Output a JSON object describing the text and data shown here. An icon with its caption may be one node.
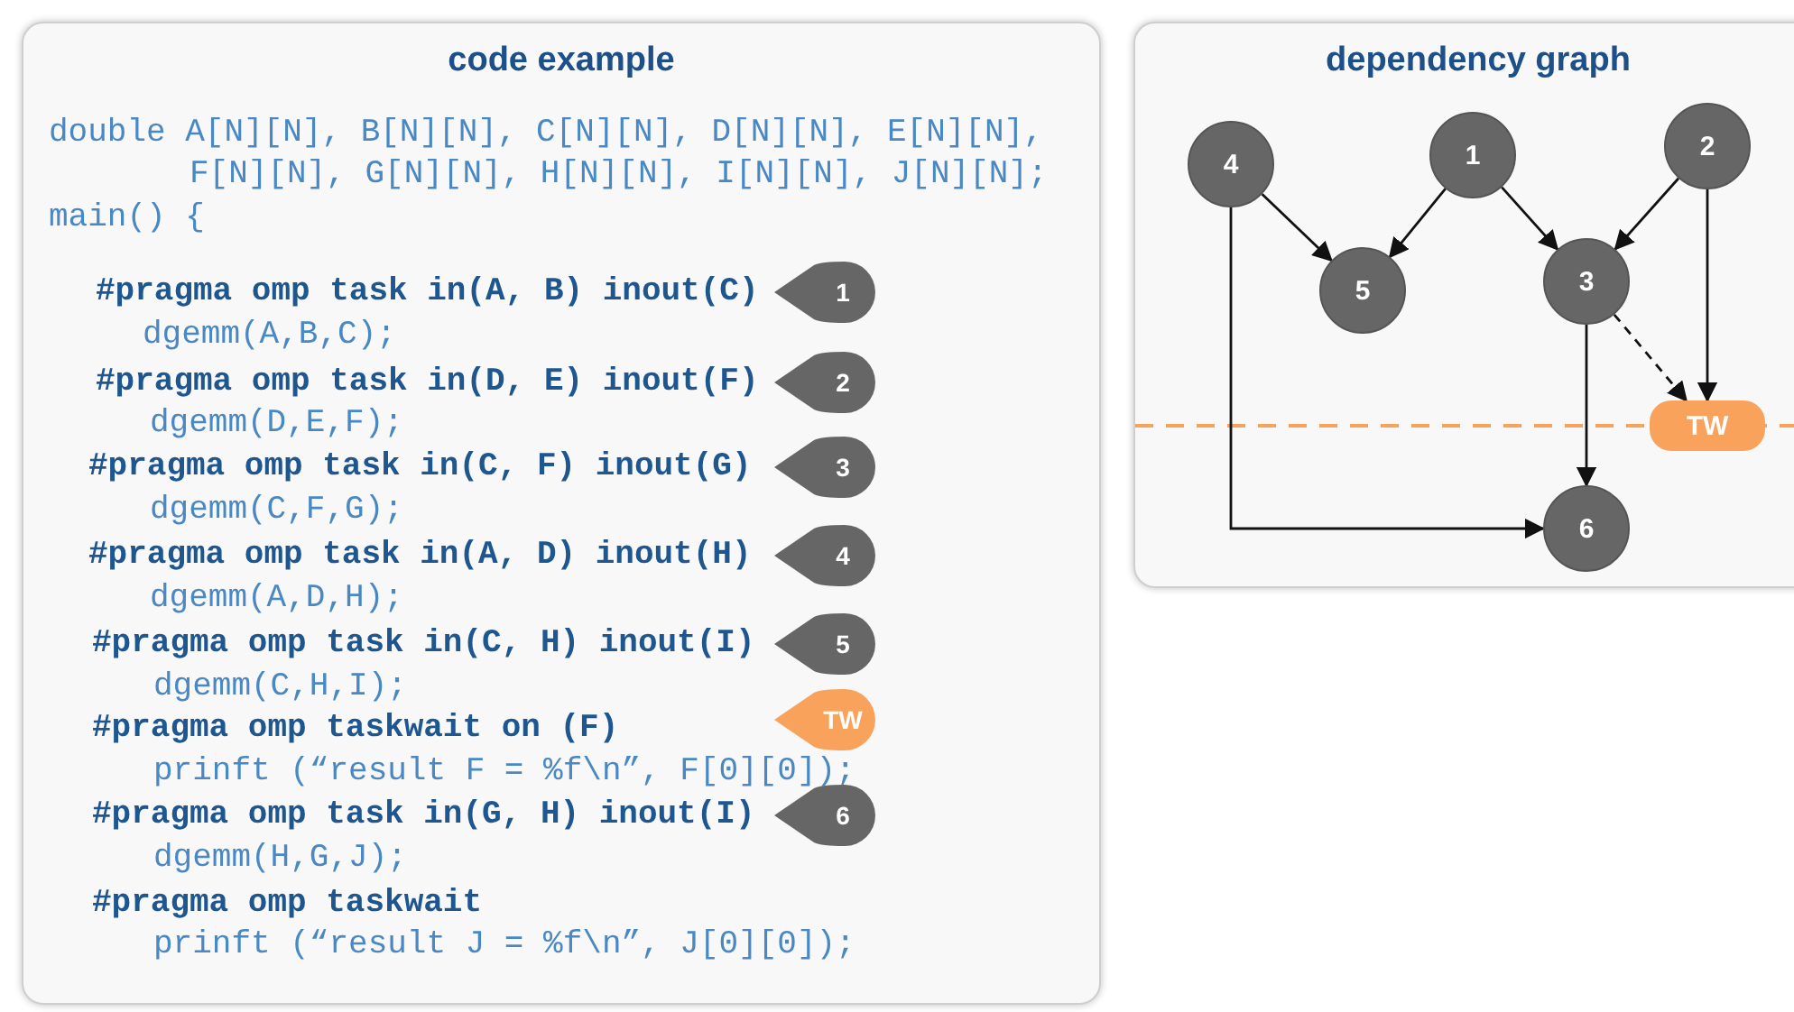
{
  "diagram": {
    "nodes": [
      {
        "text": [
          "code example"
        ]
      },
      {
        "text": [
          "1"
        ],
        "in": 0
      },
      {
        "text": [
          "2"
        ],
        "in": 0
      },
      {
        "text": [
          "3"
        ],
        "in": 0
      },
      {
        "text": [
          "4"
        ],
        "in": 0
      },
      {
        "text": [
          "5"
        ],
        "in": 0
      },
      {
        "text": [
          "TW"
        ],
        "in": 0
      },
      {
        "text": [
          "6"
        ],
        "in": 0
      },
      {
        "text": [
          "dependency graph"
        ]
      },
      {
        "text": [
          "4"
        ],
        "in": 8
      },
      {
        "text": [
          "1"
        ],
        "in": 8
      },
      {
        "text": [
          "2"
        ],
        "in": 8
      },
      {
        "text": [
          "5"
        ],
        "in": 8
      },
      {
        "text": [
          "3"
        ],
        "in": 8
      },
      {
        "text": [
          "TW"
        ],
        "in": 8
      },
      {
        "text": [
          "6"
        ],
        "in": 8
      }
    ],
    "edges": [
      {
        "from": 9,
        "to": 12,
        "arrow": "to"
      },
      {
        "from": 10,
        "to": 12,
        "arrow": "to"
      },
      {
        "from": 10,
        "to": 13,
        "arrow": "to"
      },
      {
        "from": 11,
        "to": 13,
        "arrow": "to"
      },
      {
        "from": 11,
        "to": 14,
        "arrow": "to"
      },
      {
        "from": 13,
        "to": 14,
        "arrow": "to",
        "style": "dashed"
      },
      {
        "from": 13,
        "to": 15,
        "arrow": "to"
      },
      {
        "from": 9,
        "to": 15,
        "arrow": "to"
      }
    ],
    "labels": [
      "double A[N][N], B[N][N], C[N][N], D[N][N], E[N][N],",
      "F[N][N], G[N][N], H[N][N], I[N][N], J[N][N];",
      "main() {",
      "#pragma omp task in(A, B) inout(C)",
      "dgemm(A,B,C);",
      "#pragma omp task in(D, E) inout(F)",
      "dgemm(D,E,F);",
      "#pragma omp task in(C, F) inout(G)",
      "dgemm(C,F,G);",
      "#pragma omp task in(A, D) inout(H)",
      "dgemm(A,D,H);",
      "#pragma omp task in(C, H) inout(I)",
      "dgemm(C,H,I);",
      "#pragma omp taskwait on (F)",
      "prinft (“result F = %f\\n”, F[0][0]);",
      "#pragma omp task in(G, H) inout(I)",
      "dgemm(H,G,J);",
      "#pragma omp taskwait",
      "prinft (“result J = %f\\n”, J[0][0]);"
    ]
  }
}
